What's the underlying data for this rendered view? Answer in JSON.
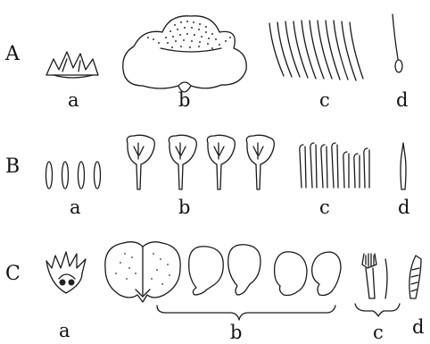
{
  "rows": [
    {
      "id": "A",
      "parts": [
        "a",
        "b",
        "c",
        "d"
      ]
    },
    {
      "id": "B",
      "parts": [
        "a",
        "b",
        "c",
        "d"
      ]
    },
    {
      "id": "C",
      "parts": [
        "a",
        "b",
        "c",
        "d"
      ]
    }
  ]
}
